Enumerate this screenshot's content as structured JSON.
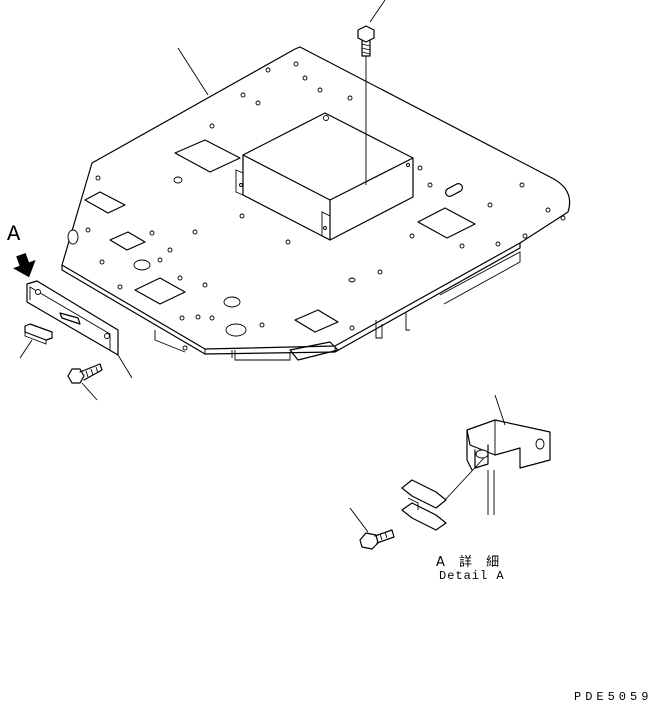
{
  "labels": {
    "view_marker": "A",
    "detail_title_jp": "A 詳 細",
    "detail_title_en": "Detail A",
    "drawing_code": "PDE5059"
  }
}
